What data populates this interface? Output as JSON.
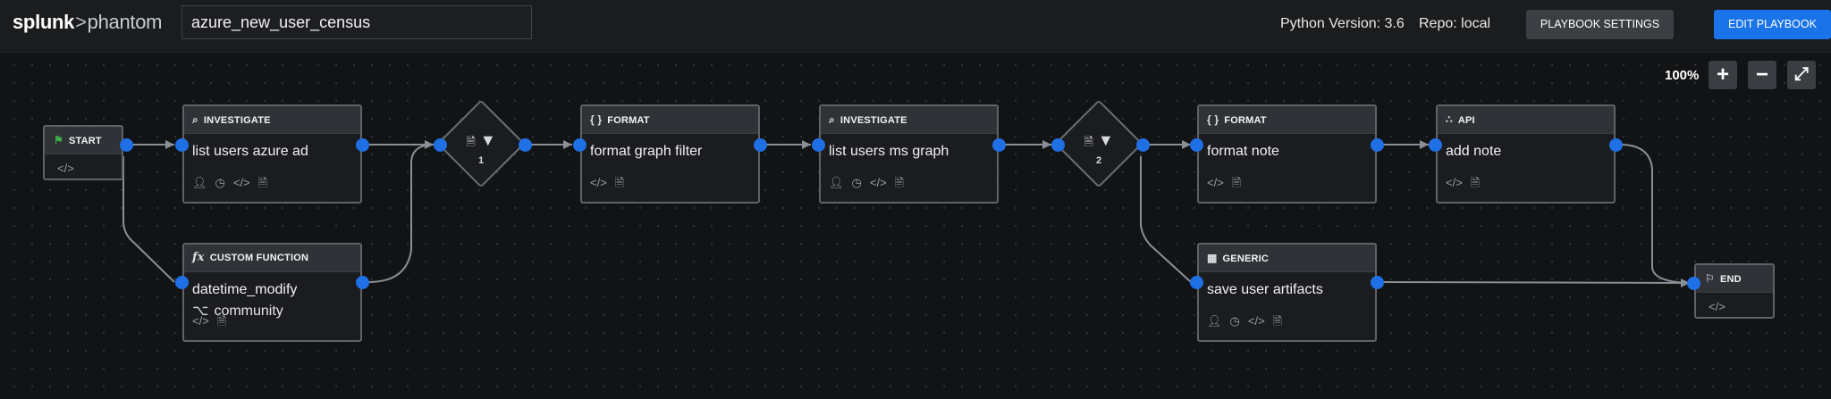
{
  "header": {
    "brand": "splunk",
    "separator": ">",
    "product": "phantom",
    "playbook_name": "azure_new_user_census",
    "python_version": "Python Version: 3.6",
    "repo": "Repo: local",
    "settings_button": "PLAYBOOK SETTINGS",
    "edit_button": "EDIT PLAYBOOK"
  },
  "zoom": {
    "level": "100%",
    "in": "+",
    "out": "−",
    "fit": "⤢"
  },
  "blocks": {
    "start": {
      "label": "START"
    },
    "end": {
      "label": "END"
    },
    "investigate1": {
      "type": "INVESTIGATE",
      "title": "list users azure ad"
    },
    "custom_function": {
      "type": "CUSTOM FUNCTION",
      "title": "datetime_modify",
      "subtitle": "community"
    },
    "filter1": {
      "number": "1"
    },
    "format1": {
      "type": "FORMAT",
      "title": "format graph filter"
    },
    "investigate2": {
      "type": "INVESTIGATE",
      "title": "list users ms graph"
    },
    "filter2": {
      "number": "2"
    },
    "format2": {
      "type": "FORMAT",
      "title": "format note"
    },
    "api": {
      "type": "API",
      "title": "add note"
    },
    "generic": {
      "type": "GENERIC",
      "title": "save user artifacts"
    }
  },
  "colors": {
    "accent": "#1a73e8",
    "port": "#1f6fe5",
    "start_flag": "#3fae49"
  }
}
